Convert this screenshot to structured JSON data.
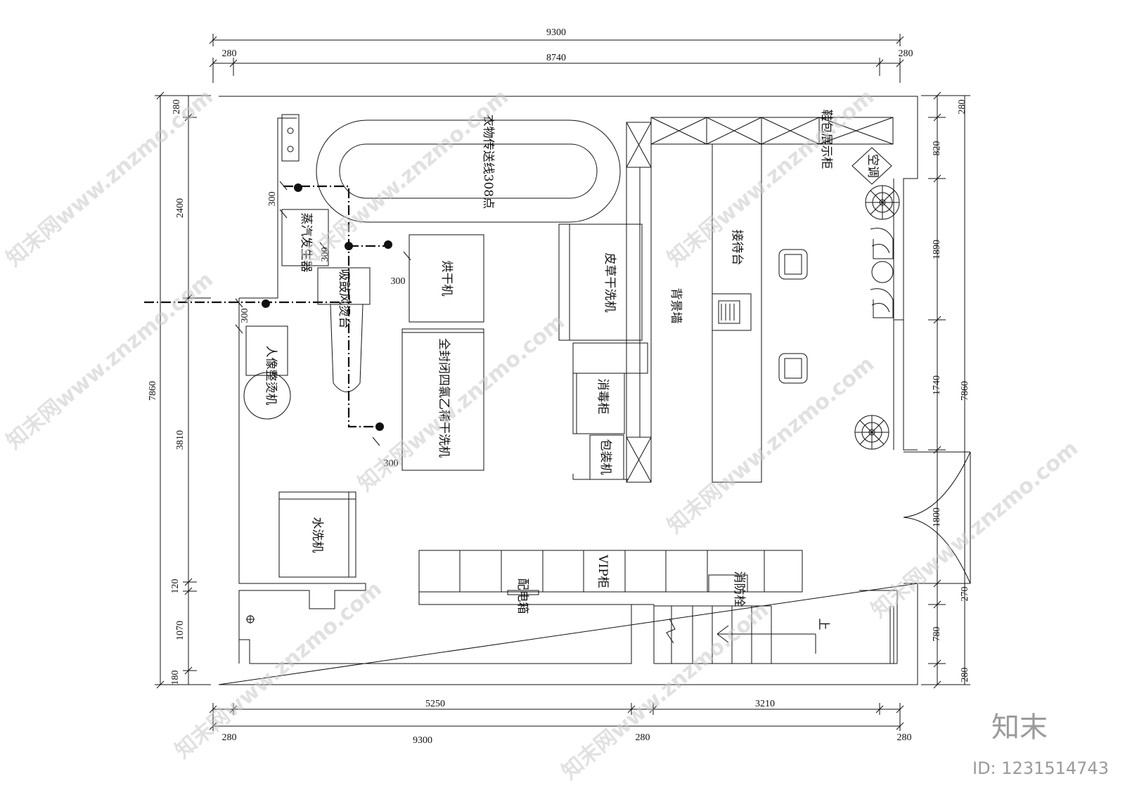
{
  "dimensions": {
    "top_total": "9300",
    "top_inner": "8740",
    "top_left_margin": "280",
    "top_right_margin": "280",
    "left_280_top": "280",
    "left_2400": "2400",
    "left_7860": "7860",
    "left_3810": "3810",
    "left_120": "120",
    "left_1070": "1070",
    "left_180": "180",
    "right_280_top": "280",
    "right_820": "820",
    "right_1890": "1890",
    "right_1740": "1740",
    "right_7860": "7860",
    "right_1800": "1800",
    "right_270": "270",
    "right_780": "780",
    "right_280_bottom": "280",
    "bottom_5250": "5250",
    "bottom_3210": "3210",
    "bottom_280_left": "280",
    "bottom_9300": "9300",
    "bottom_280_mid": "280",
    "bottom_280_right": "280",
    "pipe_300_a": "300",
    "pipe_300_b": "300",
    "pipe_300_c": "300",
    "pipe_300_d": "300",
    "pipe_300_e": "300"
  },
  "labels": {
    "conveyor": "衣物传送线308点",
    "steam_generator": "蒸汽发生器",
    "ironing_table": "吸鼓风烫台",
    "dryer": "烘干机",
    "portrait_ironer": "人像整烫机",
    "dry_cleaner": "全封闭四氯乙稀干洗机",
    "leather_cleaner": "皮草干洗机",
    "disinfect_cabinet": "消毒柜",
    "packing_machine": "包装机",
    "back_wall": "背景墙",
    "reception": "接待台",
    "shoe_display": "鞋包展示柜",
    "aircon": "空调",
    "washer": "水洗机",
    "vip_cabinet": "VIP柜",
    "distribution_box": "配电箱",
    "fire_hydrant": "消防栓",
    "stair_up": "上"
  },
  "watermark": {
    "site": "知末网www.znzmo.com",
    "brand": "知末",
    "id_label": "ID: 1231514743"
  }
}
